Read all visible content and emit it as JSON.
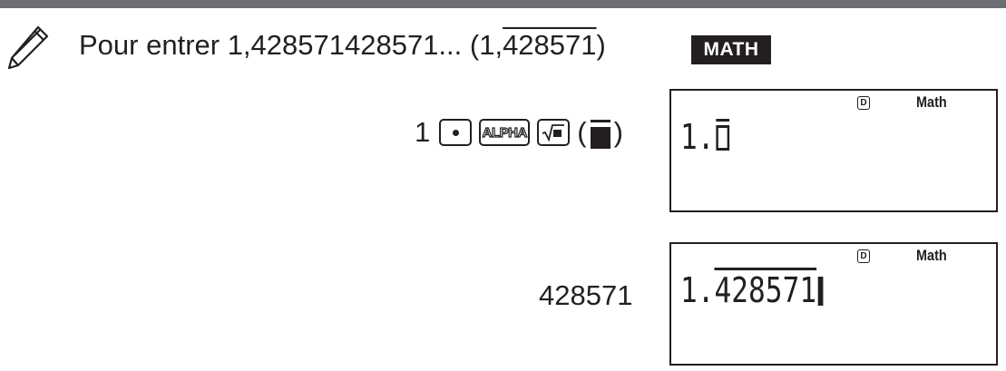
{
  "heading": {
    "prefix": "Pour entrer 1,428571428571... (1,",
    "repeat": "428571",
    "suffix": ")"
  },
  "mode_badge": "MATH",
  "step1": {
    "digit": "1",
    "alpha_key": "ALPHA",
    "open_paren": "(",
    "close_paren": ")"
  },
  "screen1": {
    "indicator_d": "D",
    "indicator_mode": "Math",
    "integer": "1."
  },
  "step2": {
    "keys": "428571"
  },
  "screen2": {
    "indicator_d": "D",
    "indicator_mode": "Math",
    "integer": "1.",
    "repeat": "428571"
  }
}
